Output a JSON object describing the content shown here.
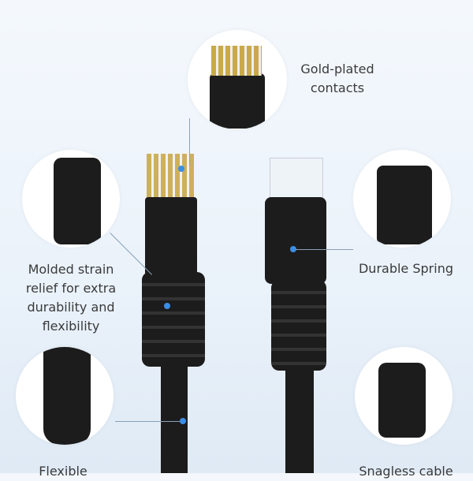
{
  "labels": {
    "gold": "Gold-plated contacts",
    "gold_line1": "Gold-plated",
    "gold_line2": "contacts",
    "strain_lines": [
      "Molded strain",
      "relief for extra",
      "durability and",
      "flexibility"
    ],
    "spring": "Durable Spring",
    "flexible": "Flexible",
    "snagless": "Snagless cable"
  },
  "colors": {
    "accent_dot": "#3a8ee6",
    "cable": "#1c1c1c",
    "contacts": "#c9a94a"
  }
}
